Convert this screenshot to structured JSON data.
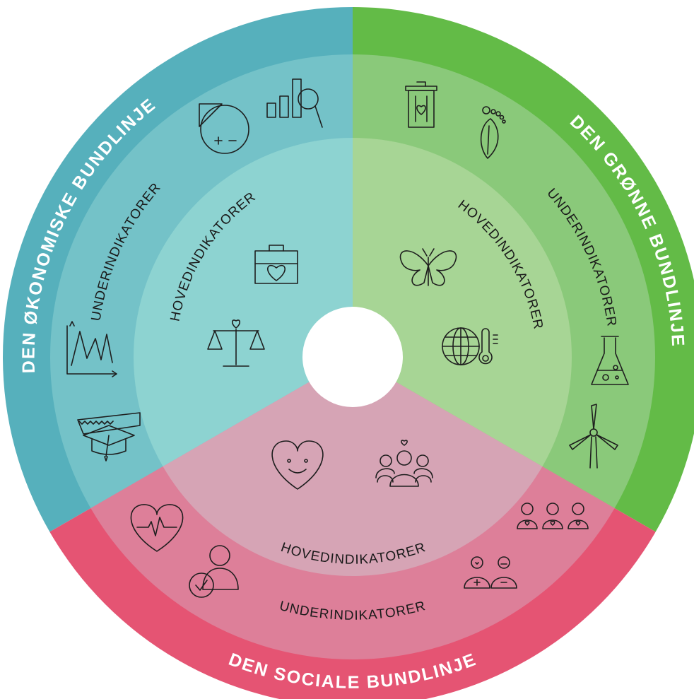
{
  "colors": {
    "economic": {
      "outer": "#56b0bc",
      "middle": "#74c2c8",
      "inner": "#8dd3d1"
    },
    "green": {
      "outer": "#63bb47",
      "middle": "#8ac97a",
      "inner": "#a7d595"
    },
    "social": {
      "outer": "#e55473",
      "middle": "#dd7f99",
      "inner": "#d6a4b5"
    },
    "center": "#ffffff",
    "icon_stroke": "#1e1e1e"
  },
  "segments": {
    "economic": {
      "title": "DEN ØKONOMISKE BUNDLINJE",
      "middle_label": "UNDERINDIKATORER",
      "inner_label": "HOVEDINDIKATORER",
      "icons": [
        "pie-chart-plus-minus-icon",
        "bar-chart-magnifier-icon",
        "line-chart-icon",
        "graduation-cap-saw-icon",
        "briefcase-heart-icon",
        "scales-heart-icon"
      ]
    },
    "green": {
      "title": "DEN GRØNNE BUNDLINJE",
      "middle_label": "UNDERINDIKATORER",
      "inner_label": "HOVEDINDIKATORER",
      "icons": [
        "trash-bin-heart-icon",
        "footprint-leaf-icon",
        "lab-flask-icon",
        "wind-turbine-icon",
        "butterfly-icon",
        "globe-thermometer-icon"
      ]
    },
    "social": {
      "title": "DEN SOCIALE BUNDLINJE",
      "middle_label": "UNDERINDIKATORER",
      "inner_label": "HOVEDINDIKATORER",
      "icons": [
        "heart-pulse-icon",
        "person-checkmark-icon",
        "people-hearts-icon",
        "people-plus-minus-icon",
        "smiling-heart-icon",
        "community-heart-icon"
      ]
    }
  }
}
